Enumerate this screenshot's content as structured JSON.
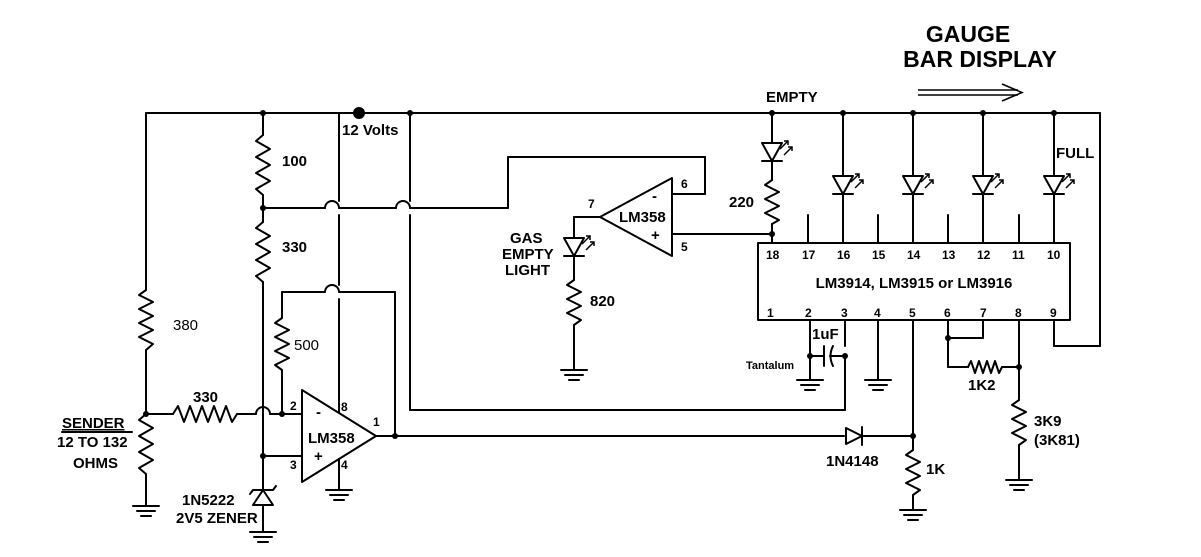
{
  "title": {
    "line1": "GAUGE",
    "line2": "BAR DISPLAY"
  },
  "supply": {
    "label": "12 Volts"
  },
  "sender": {
    "label": "SENDER",
    "range": "12 TO 132",
    "unit": "OHMS"
  },
  "resistors": {
    "r100": "100",
    "r330_top": "330",
    "r380": "380",
    "r500": "500",
    "r330_sender": "330",
    "r820": "820",
    "r220": "220",
    "r1k": "1K",
    "r1k2": "1K2",
    "r3k9": "3K9",
    "r3k9_alt": "(3K81)"
  },
  "opamp_main": {
    "name": "LM358",
    "pin_inv": "2",
    "pin_noninv": "3",
    "pin_out": "1",
    "pin_vcc": "8",
    "pin_gnd": "4",
    "sign_minus": "-",
    "sign_plus": "+"
  },
  "opamp_gas": {
    "name": "LM358",
    "pin_inv": "6",
    "pin_noninv": "5",
    "pin_out": "7",
    "sign_minus": "-",
    "sign_plus": "+"
  },
  "gas_light": {
    "line1": "GAS",
    "line2": "EMPTY",
    "line3": "LIGHT"
  },
  "zener": {
    "part": "1N5222",
    "desc": "2V5 ZENER"
  },
  "diode": {
    "part": "1N4148"
  },
  "capacitor": {
    "value": "1uF",
    "type": "Tantalum"
  },
  "driver_ic": {
    "name": "LM3914, LM3915 or LM3916",
    "top_pins": [
      "18",
      "17",
      "16",
      "15",
      "14",
      "13",
      "12",
      "11",
      "10"
    ],
    "bottom_pins": [
      "1",
      "2",
      "3",
      "4",
      "5",
      "6",
      "7",
      "8",
      "9"
    ]
  },
  "leds": {
    "empty": "EMPTY",
    "full": "FULL"
  },
  "colors": {
    "ink": "#000000",
    "background": "#ffffff"
  }
}
